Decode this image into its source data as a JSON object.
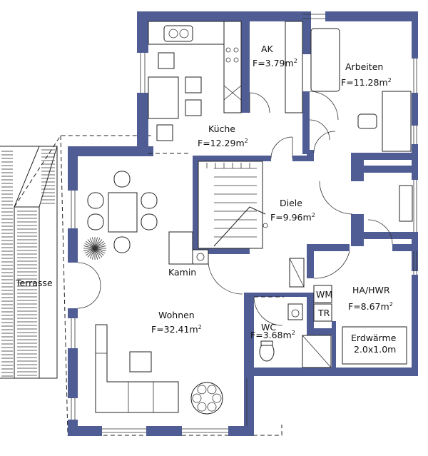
{
  "colors": {
    "wall": "#4f5d94",
    "line": "#222222",
    "background": "#ffffff"
  },
  "rooms": {
    "ak": {
      "name": "AK",
      "area": "F=3.79m"
    },
    "arbeiten": {
      "name": "Arbeiten",
      "area": "F=11.28m"
    },
    "kueche": {
      "name": "Küche",
      "area": "F=12.29m"
    },
    "diele": {
      "name": "Diele",
      "area": "F=9.96m"
    },
    "wohnen": {
      "name": "Wohnen",
      "area": "F=32.41m"
    },
    "wc": {
      "name": "WC",
      "area": "F=3.68m"
    },
    "hahwr": {
      "name": "HA/HWR",
      "area": "F=8.67m"
    }
  },
  "area_unit_exponent": "2",
  "labels": {
    "kamin": "Kamin",
    "terrasse": "Terrasse",
    "wm": "WM",
    "tr": "TR",
    "erdwaerme_line1": "Erdwärme",
    "erdwaerme_line2": "2.0x1.0m"
  }
}
